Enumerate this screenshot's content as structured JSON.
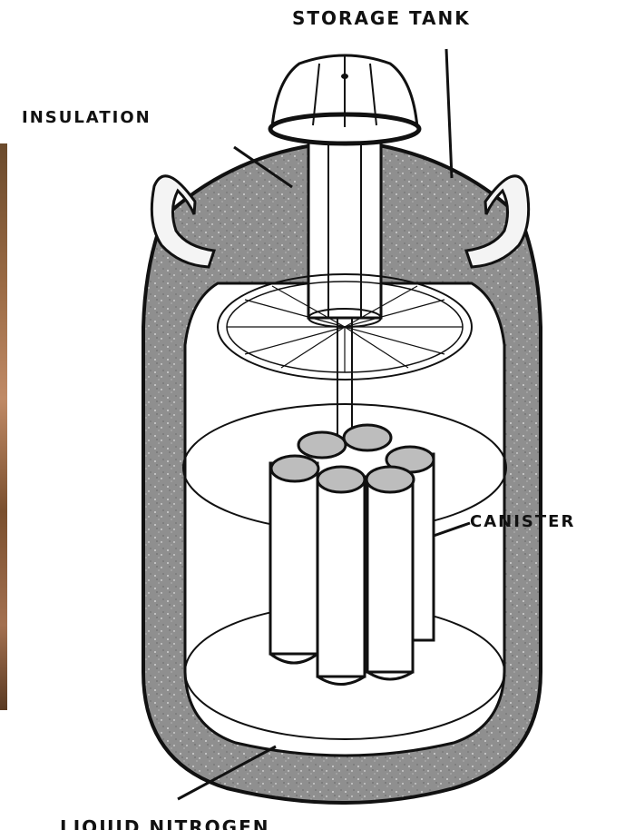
{
  "labels": {
    "storage_tank": "STORAGE TANK",
    "insulation": "INSULATION",
    "canister": "CANISTER",
    "liquid_nitrogen": "LIQUID NITROGEN"
  },
  "colors": {
    "ink": "#111111",
    "insulation_fill": "#8f8f8f",
    "background": "#ffffff",
    "photo_strip": "#8a5a38"
  }
}
